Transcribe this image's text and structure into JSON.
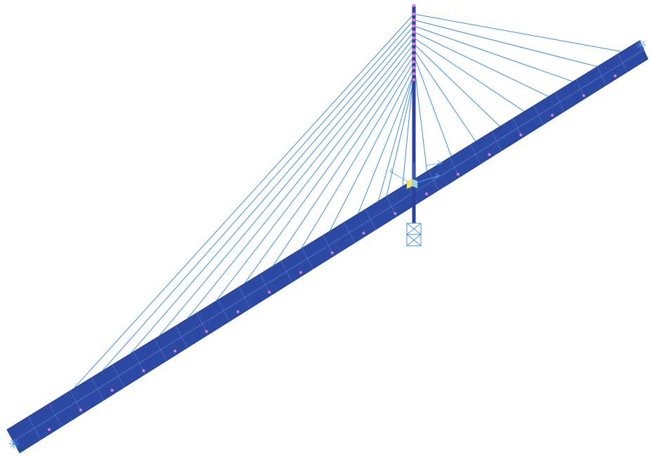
{
  "model": {
    "type": "cable-stayed bridge",
    "pylon_count": 1,
    "deck_count": 1,
    "cable_planes": 1,
    "back_span_cables": 11,
    "main_span_cables": 12
  },
  "colors": {
    "background": "#ffffff",
    "deck_fill": "#2c4aa4",
    "deck_edge": "#1f3a92",
    "deck_inner_line": "#6f8fd6",
    "pylon": "#2b3f9e",
    "cable": "#3f8fd4",
    "node": "#e27ad2",
    "support": "#4a90d9",
    "axis_x": "#4aa0e6",
    "axis_y": "#4aa0e6",
    "axis_box_fill": "#f0e86a",
    "axis_box_side": "#9fd3e8"
  }
}
